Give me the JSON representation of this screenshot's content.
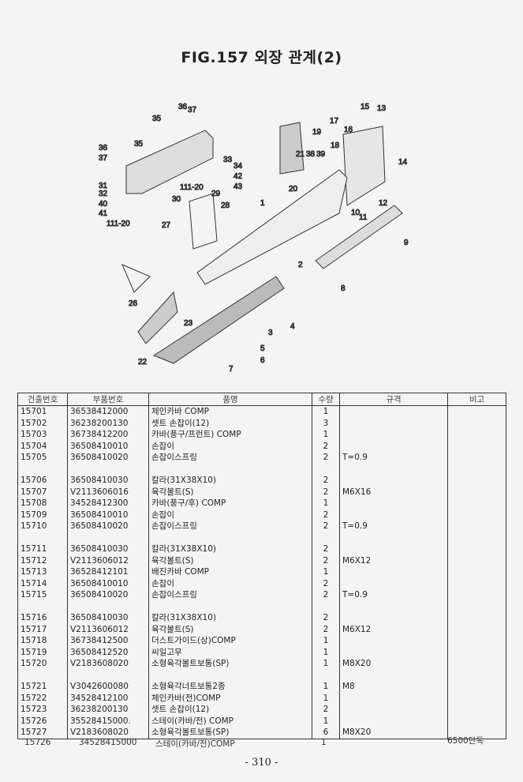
{
  "title": "FIG.157 외장 관계(2)",
  "diagram": {
    "callouts": [
      "36",
      "37",
      "35",
      "36",
      "35",
      "37",
      "31",
      "32",
      "40",
      "41",
      "30",
      "111-20",
      "29",
      "33",
      "34",
      "42",
      "43",
      "28",
      "111-20",
      "27",
      "26",
      "1",
      "19",
      "18",
      "21",
      "38",
      "39",
      "20",
      "17",
      "16",
      "15",
      "13",
      "14",
      "12",
      "10",
      "11",
      "9",
      "2",
      "23",
      "22",
      "8",
      "3",
      "4",
      "5",
      "6",
      "7"
    ]
  },
  "table": {
    "headers": [
      "건출번호",
      "부품번호",
      "품명",
      "수량",
      "규격",
      "비고"
    ],
    "rows": [
      [
        "15701",
        "36538412000",
        "체인카바  COMP",
        "1",
        "",
        ""
      ],
      [
        "15702",
        "36238200130",
        "셋트 손잡이(12)",
        "3",
        "",
        ""
      ],
      [
        "15703",
        "36738412200",
        "카바(풍구/프런트) COMP",
        "1",
        "",
        ""
      ],
      [
        "15704",
        "36508410010",
        "손잡이",
        "2",
        "",
        ""
      ],
      [
        "15705",
        "36508410020",
        "손잡이스프링",
        "2",
        "T=0.9",
        ""
      ],
      null,
      [
        "15706",
        "36508410030",
        "칼라(31X38X10)",
        "2",
        "",
        ""
      ],
      [
        "15707",
        "V2113606016",
        "육각볼트(S)",
        "2",
        "M6X16",
        ""
      ],
      [
        "15708",
        "34528412300",
        "카바(풍구/후)  COMP",
        "1",
        "",
        ""
      ],
      [
        "15709",
        "36508410010",
        "손잡이",
        "2",
        "",
        ""
      ],
      [
        "15710",
        "36508410020",
        "손잡이스프링",
        "2",
        "T=0.9",
        ""
      ],
      null,
      [
        "15711",
        "36508410030",
        "칼라(31X38X10)",
        "2",
        "",
        ""
      ],
      [
        "15712",
        "V2113606012",
        "육각볼트(S)",
        "2",
        "M6X12",
        ""
      ],
      [
        "15713",
        "36528412101",
        "배진카바  COMP",
        "1",
        "",
        ""
      ],
      [
        "15714",
        "36508410010",
        "손잡이",
        "2",
        "",
        ""
      ],
      [
        "15715",
        "36508410020",
        "손잡이스프링",
        "2",
        "T=0.9",
        ""
      ],
      null,
      [
        "15716",
        "36508410030",
        "칼라(31X38X10)",
        "2",
        "",
        ""
      ],
      [
        "15717",
        "V2113606012",
        "육각볼트(S)",
        "2",
        "M6X12",
        ""
      ],
      [
        "15718",
        "36738412500",
        "더스트가이드(상)COMP",
        "1",
        "",
        ""
      ],
      [
        "15719",
        "36508412520",
        "씨일고무",
        "1",
        "",
        ""
      ],
      [
        "15720",
        "V2183608020",
        "소형육각볼트보통(SP)",
        "1",
        "M8X20",
        ""
      ],
      null,
      [
        "15721",
        "V3042600080",
        "소형육각너트보통2종",
        "1",
        "M8",
        ""
      ],
      [
        "15722",
        "34528412100",
        "체인카바(전)COMP",
        "1",
        "",
        ""
      ],
      [
        "15723",
        "36238200130",
        "셋트 손잡이(12)",
        "2",
        "",
        ""
      ],
      [
        "15726",
        "35528415000.",
        "스테이(카바/전)  COMP",
        "1",
        "",
        ""
      ],
      [
        "15727",
        "V2183608020",
        "소형육각볼트보통(SP)",
        "6",
        "M8X20",
        ""
      ]
    ],
    "extra_row": [
      "15726",
      "34528415000",
      "스테이(카바/전)COMP",
      "1",
      "",
      "6500단독"
    ]
  },
  "page_number": "- 310 -"
}
